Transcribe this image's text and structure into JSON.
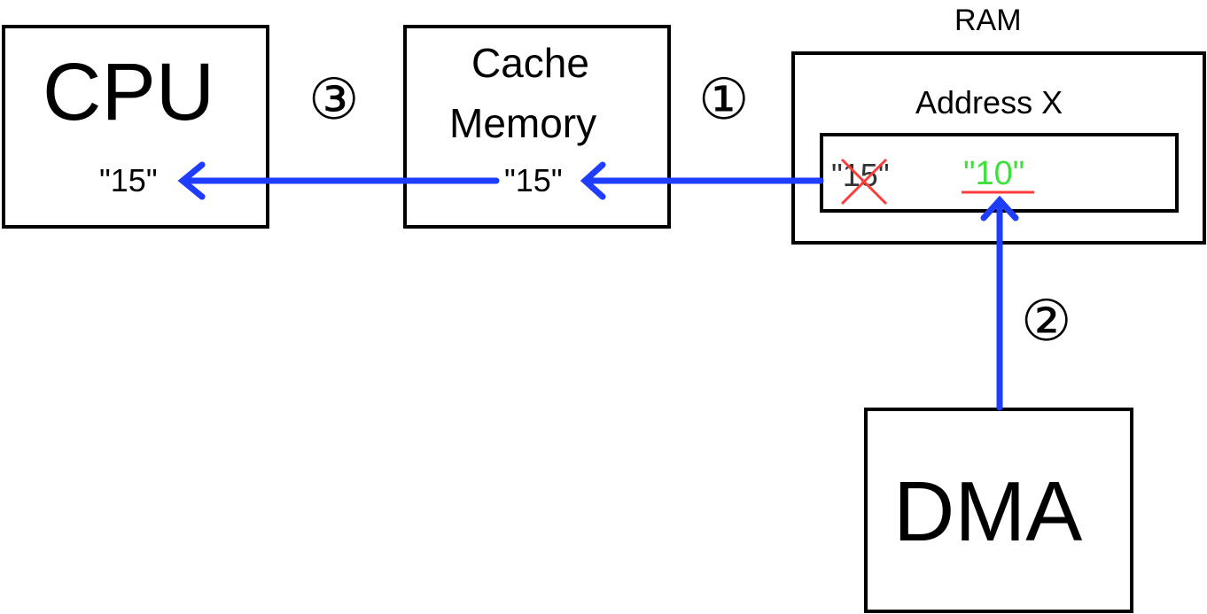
{
  "cpu": {
    "title": "CPU",
    "value": "\"15\""
  },
  "cache": {
    "title_line1": "Cache",
    "title_line2": "Memory",
    "value": "\"15\""
  },
  "ram": {
    "title": "RAM",
    "address_label": "Address X",
    "old_value": "\"15\"",
    "new_value": "\"10\""
  },
  "dma": {
    "title": "DMA"
  },
  "steps": {
    "step1": "①",
    "step2": "②",
    "step3": "③"
  },
  "colors": {
    "arrow": "#1f3dff",
    "cross": "#ff3b3b",
    "new_value": "#3ee03e",
    "underline": "#ff3b3b"
  }
}
